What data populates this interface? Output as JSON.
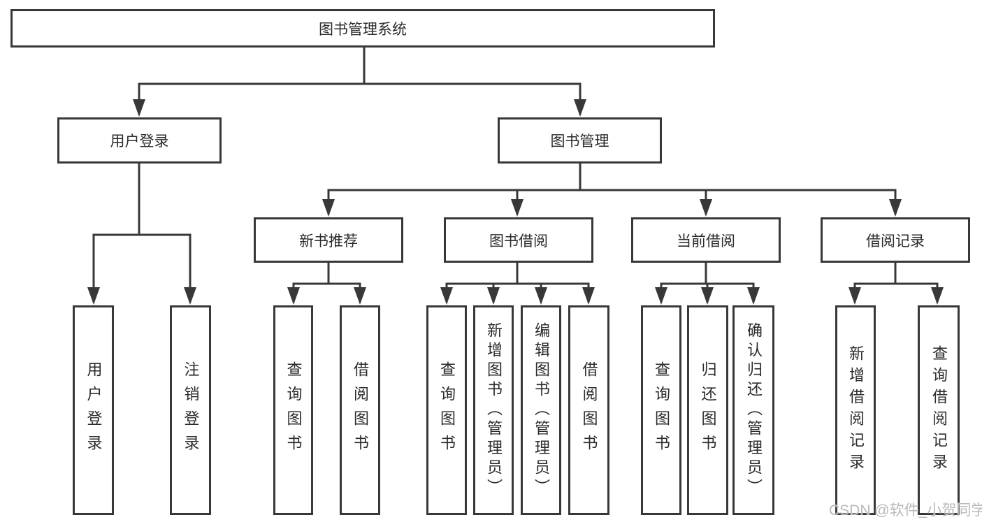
{
  "tree": {
    "root": {
      "label": "图书管理系统"
    },
    "user_login": {
      "label": "用户登录",
      "children": [
        {
          "label": "用户登录"
        },
        {
          "label": "注销登录"
        }
      ]
    },
    "book_mgmt": {
      "label": "图书管理",
      "children": [
        {
          "label": "新书推荐",
          "children": [
            {
              "label": "查询图书"
            },
            {
              "label": "借阅图书"
            }
          ]
        },
        {
          "label": "图书借阅",
          "children": [
            {
              "label": "查询图书"
            },
            {
              "label": "新增图书（管理员）"
            },
            {
              "label": "编辑图书（管理员）"
            },
            {
              "label": "借阅图书"
            }
          ]
        },
        {
          "label": "当前借阅",
          "children": [
            {
              "label": "查询图书"
            },
            {
              "label": "归还图书"
            },
            {
              "label": "确认归还（管理员）"
            }
          ]
        },
        {
          "label": "借阅记录",
          "children": [
            {
              "label": "新增借阅记录"
            },
            {
              "label": "查询借阅记录"
            }
          ]
        }
      ]
    }
  },
  "watermark": {
    "text": "CSDN @软件_小贺同学"
  },
  "colors": {
    "line": "#383838",
    "text": "#2b2b2b",
    "watermark": "#b9b9b9",
    "background": "#ffffff"
  }
}
